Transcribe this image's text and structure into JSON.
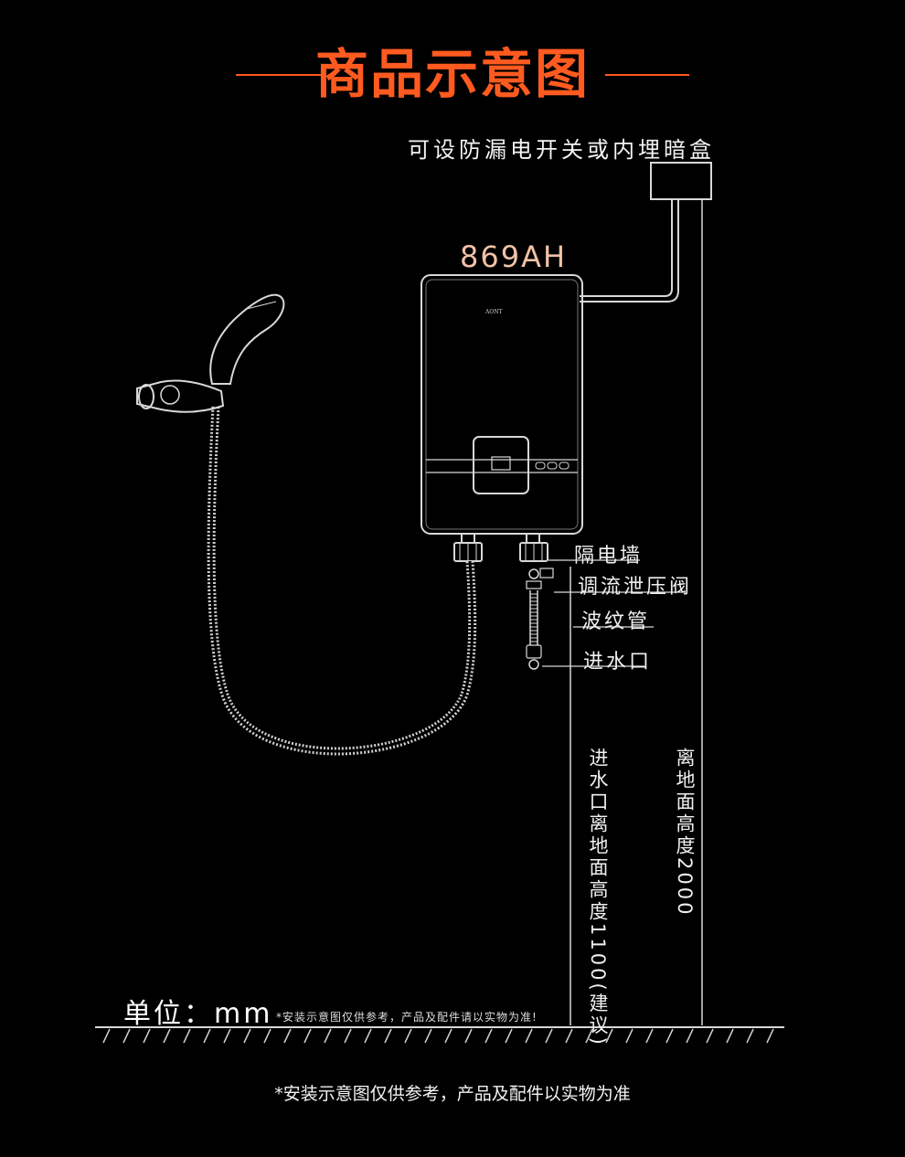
{
  "header": {
    "title": "商品示意图"
  },
  "diagram": {
    "switch_label": "可设防漏电开关或内埋暗盒",
    "model": "869AH",
    "brand": "AONT",
    "parts": {
      "wall": "隔电墙",
      "valve": "调流泄压阀",
      "hose": "波纹管",
      "inlet": "进水口"
    },
    "inlet_height": "进水口离地面高度1100(建议)",
    "box_height": "离地面高度2000",
    "unit": "单位：mm",
    "small_note": "*安装示意图仅供参考，产品及配件请以实物为准!"
  },
  "footer": {
    "note": "*安装示意图仅供参考，产品及配件以实物为准"
  },
  "colors": {
    "accent": "#ff5a1f",
    "model": "#f1c2a6",
    "line": "#d8d8d8"
  }
}
